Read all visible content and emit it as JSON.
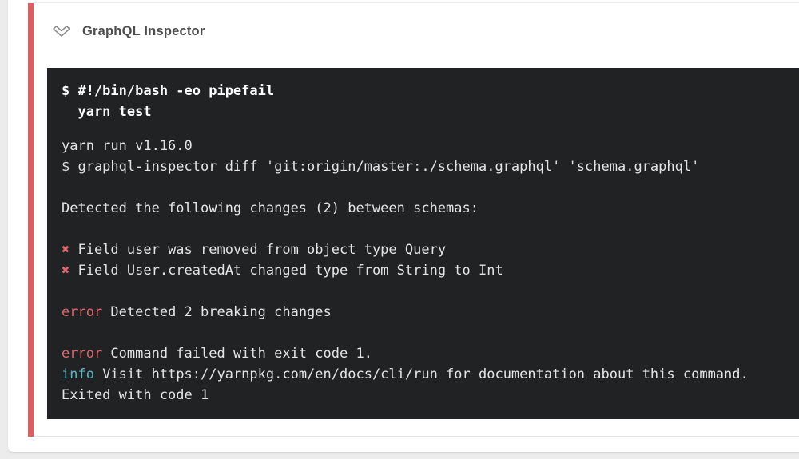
{
  "colors": {
    "pagebg": "#ececec",
    "panelbg": "#ffffff",
    "accent": "#e25c5f",
    "red": "#e0666d",
    "cyan": "#56b6c2",
    "termbg": "#212224",
    "termfg": "#e4e4e4",
    "termbold": "#ffffff"
  },
  "step": {
    "title": "GraphQL Inspector",
    "status": "failed"
  },
  "terminal": {
    "command": [
      "$ #!/bin/bash -eo pipefail",
      "  yarn test"
    ],
    "output": [
      [
        {
          "t": "yarn run v1.16.0"
        }
      ],
      [
        {
          "t": "$ graphql-inspector diff 'git:origin/master:./schema.graphql' 'schema.graphql'"
        }
      ],
      [],
      [
        {
          "t": "Detected the following changes (2) between schemas:"
        }
      ],
      [],
      [
        {
          "t": "✖",
          "c": "red"
        },
        {
          "t": " Field user was removed from object type Query"
        }
      ],
      [
        {
          "t": "✖",
          "c": "red"
        },
        {
          "t": " Field User.createdAt changed type from String to Int"
        }
      ],
      [],
      [
        {
          "t": "error",
          "c": "red"
        },
        {
          "t": " Detected 2 breaking changes"
        }
      ],
      [],
      [
        {
          "t": "error",
          "c": "red"
        },
        {
          "t": " Command failed with exit code 1."
        }
      ],
      [
        {
          "t": "info",
          "c": "cyan"
        },
        {
          "t": " Visit https://yarnpkg.com/en/docs/cli/run for documentation about this command."
        }
      ],
      [
        {
          "t": "Exited with code 1"
        }
      ]
    ]
  }
}
